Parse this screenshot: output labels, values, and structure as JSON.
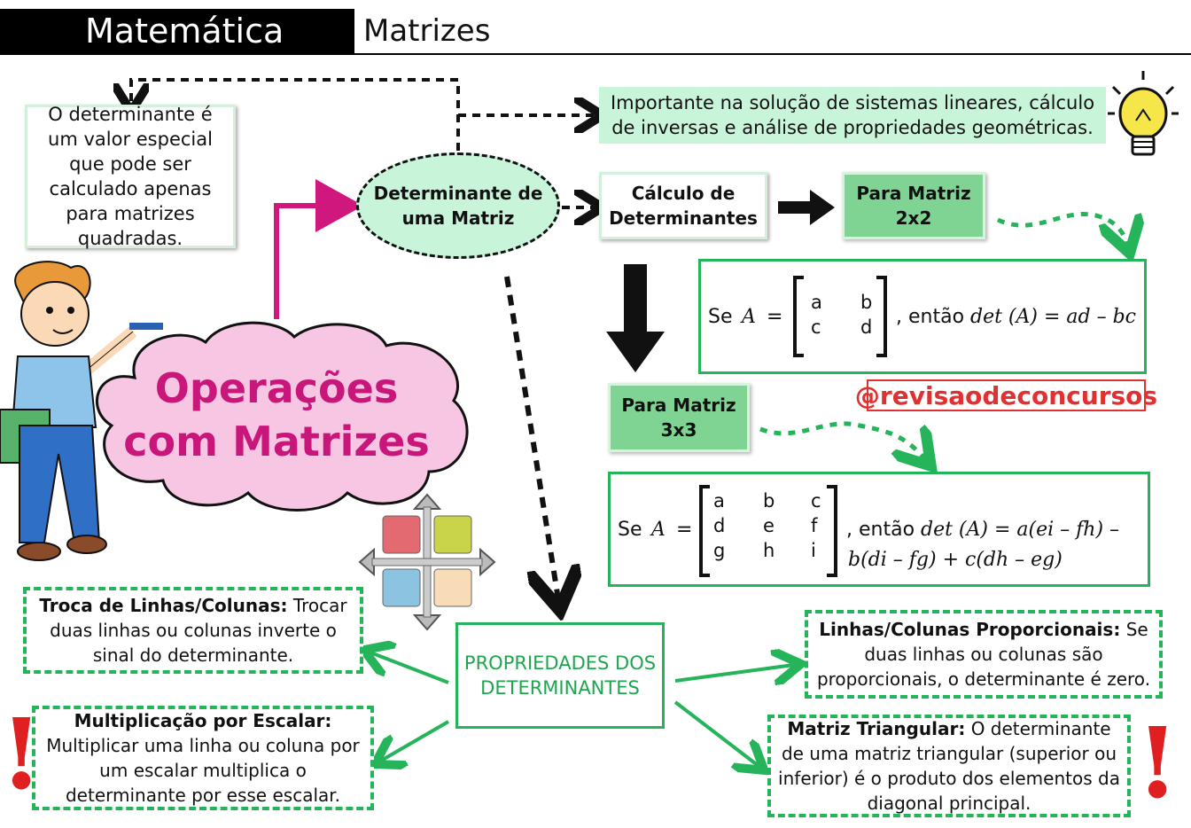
{
  "header": {
    "subject": "Matemática",
    "topic": "Matrizes"
  },
  "definition": "O determinante é um valor especial que pode ser calculado apenas para matrizes quadradas.",
  "importance": "Importante na solução de sistemas lineares, cálculo de inversas e análise de propriedades geométricas.",
  "center_node": "Determinante de uma Matriz",
  "calc_node": "Cálculo de Determinantes",
  "matrix2": {
    "label": "Para Matriz 2x2",
    "prefix": "Se",
    "A": "A",
    "eq": "=",
    "cells": [
      "a",
      "b",
      "c",
      "d"
    ],
    "then": ", então",
    "formula": "det (A) = ad – bc"
  },
  "matrix3": {
    "label": "Para Matriz 3x3",
    "prefix": "Se",
    "A": "A",
    "eq": "=",
    "cells": [
      "a",
      "b",
      "c",
      "d",
      "e",
      "f",
      "g",
      "h",
      "i"
    ],
    "then": ", então",
    "formula_line1": "det (A) = a(ei – fh) –",
    "formula_line2": "b(di – fg) + c(dh – eg)"
  },
  "handle": "@revisaodeconcursos",
  "cloud": {
    "line1": "Operações",
    "line2": "com Matrizes"
  },
  "properties_node": "PROPRIEDADES DOS DETERMINANTES",
  "properties": [
    {
      "title": "Troca de Linhas/Colunas:",
      "text": "Trocar duas linhas ou colunas inverte o sinal do determinante."
    },
    {
      "title": "Multiplicação por Escalar:",
      "text": "Multiplicar uma linha ou coluna por um escalar multiplica o determinante por esse escalar."
    },
    {
      "title": "Linhas/Colunas Proporcionais:",
      "text": "Se duas linhas ou colunas são proporcionais, o determinante é zero."
    },
    {
      "title": "Matriz Triangular:",
      "text": "O determinante de uma matriz triangular (superior ou inferior) é o produto dos elementos da diagonal principal."
    }
  ],
  "exclamation": "!",
  "colors": {
    "green": "#26b45a",
    "mint": "#c8f5da",
    "pink": "#c8167a",
    "cloud_fill": "#f7c6e3"
  },
  "icons": [
    "lightbulb-icon",
    "student-icon",
    "four-arrows-grid-icon",
    "exclamation-icon"
  ]
}
